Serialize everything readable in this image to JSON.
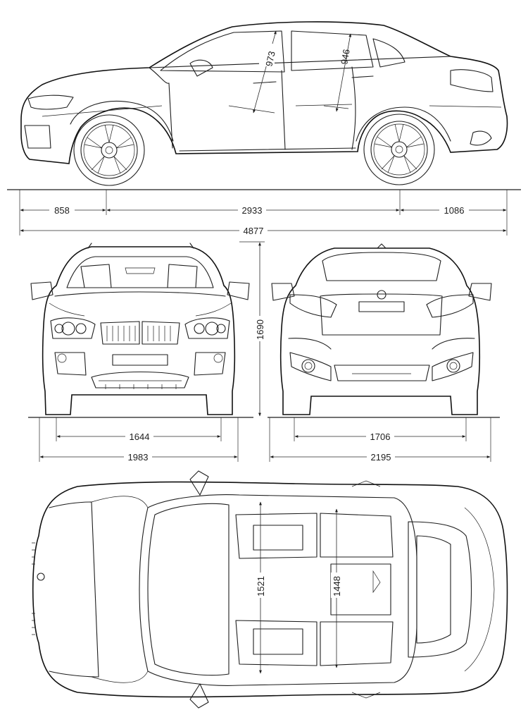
{
  "dimensions": {
    "front_overhang": "858",
    "wheelbase": "2933",
    "rear_overhang": "1086",
    "length": "4877",
    "height": "1690",
    "front_track": "1644",
    "width": "1983",
    "rear_track": "1706",
    "width_mirrors": "2195",
    "front_headroom": "973",
    "rear_headroom": "946",
    "front_shoulder_width": "1521",
    "rear_shoulder_width": "1448"
  },
  "colors": {
    "line": "#1e1e1e",
    "background": "#ffffff"
  }
}
